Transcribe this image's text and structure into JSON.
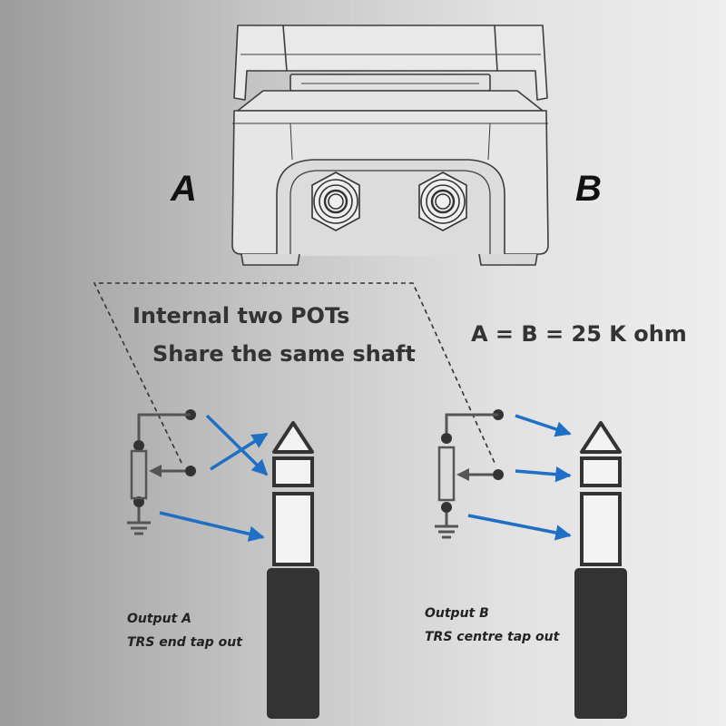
{
  "labels": {
    "letter_a": "A",
    "letter_b": "B",
    "pots_line1": "Internal two POTs",
    "pots_line2": "Share the same shaft",
    "resistance": "A = B = 25 K ohm",
    "output_a_title": "Output A",
    "output_a_desc": "TRS end tap out",
    "output_b_title": "Output B",
    "output_b_desc": "TRS centre tap out"
  },
  "colors": {
    "arrow": "#1f6fc4",
    "outline": "#3a3a3a",
    "plug_body": "#333333",
    "dashed": "#333333"
  },
  "icons": [
    "pedal-housing",
    "jack-socket-icon",
    "potentiometer-symbol",
    "ground-icon",
    "trs-plug-icon",
    "arrow-icon"
  ]
}
